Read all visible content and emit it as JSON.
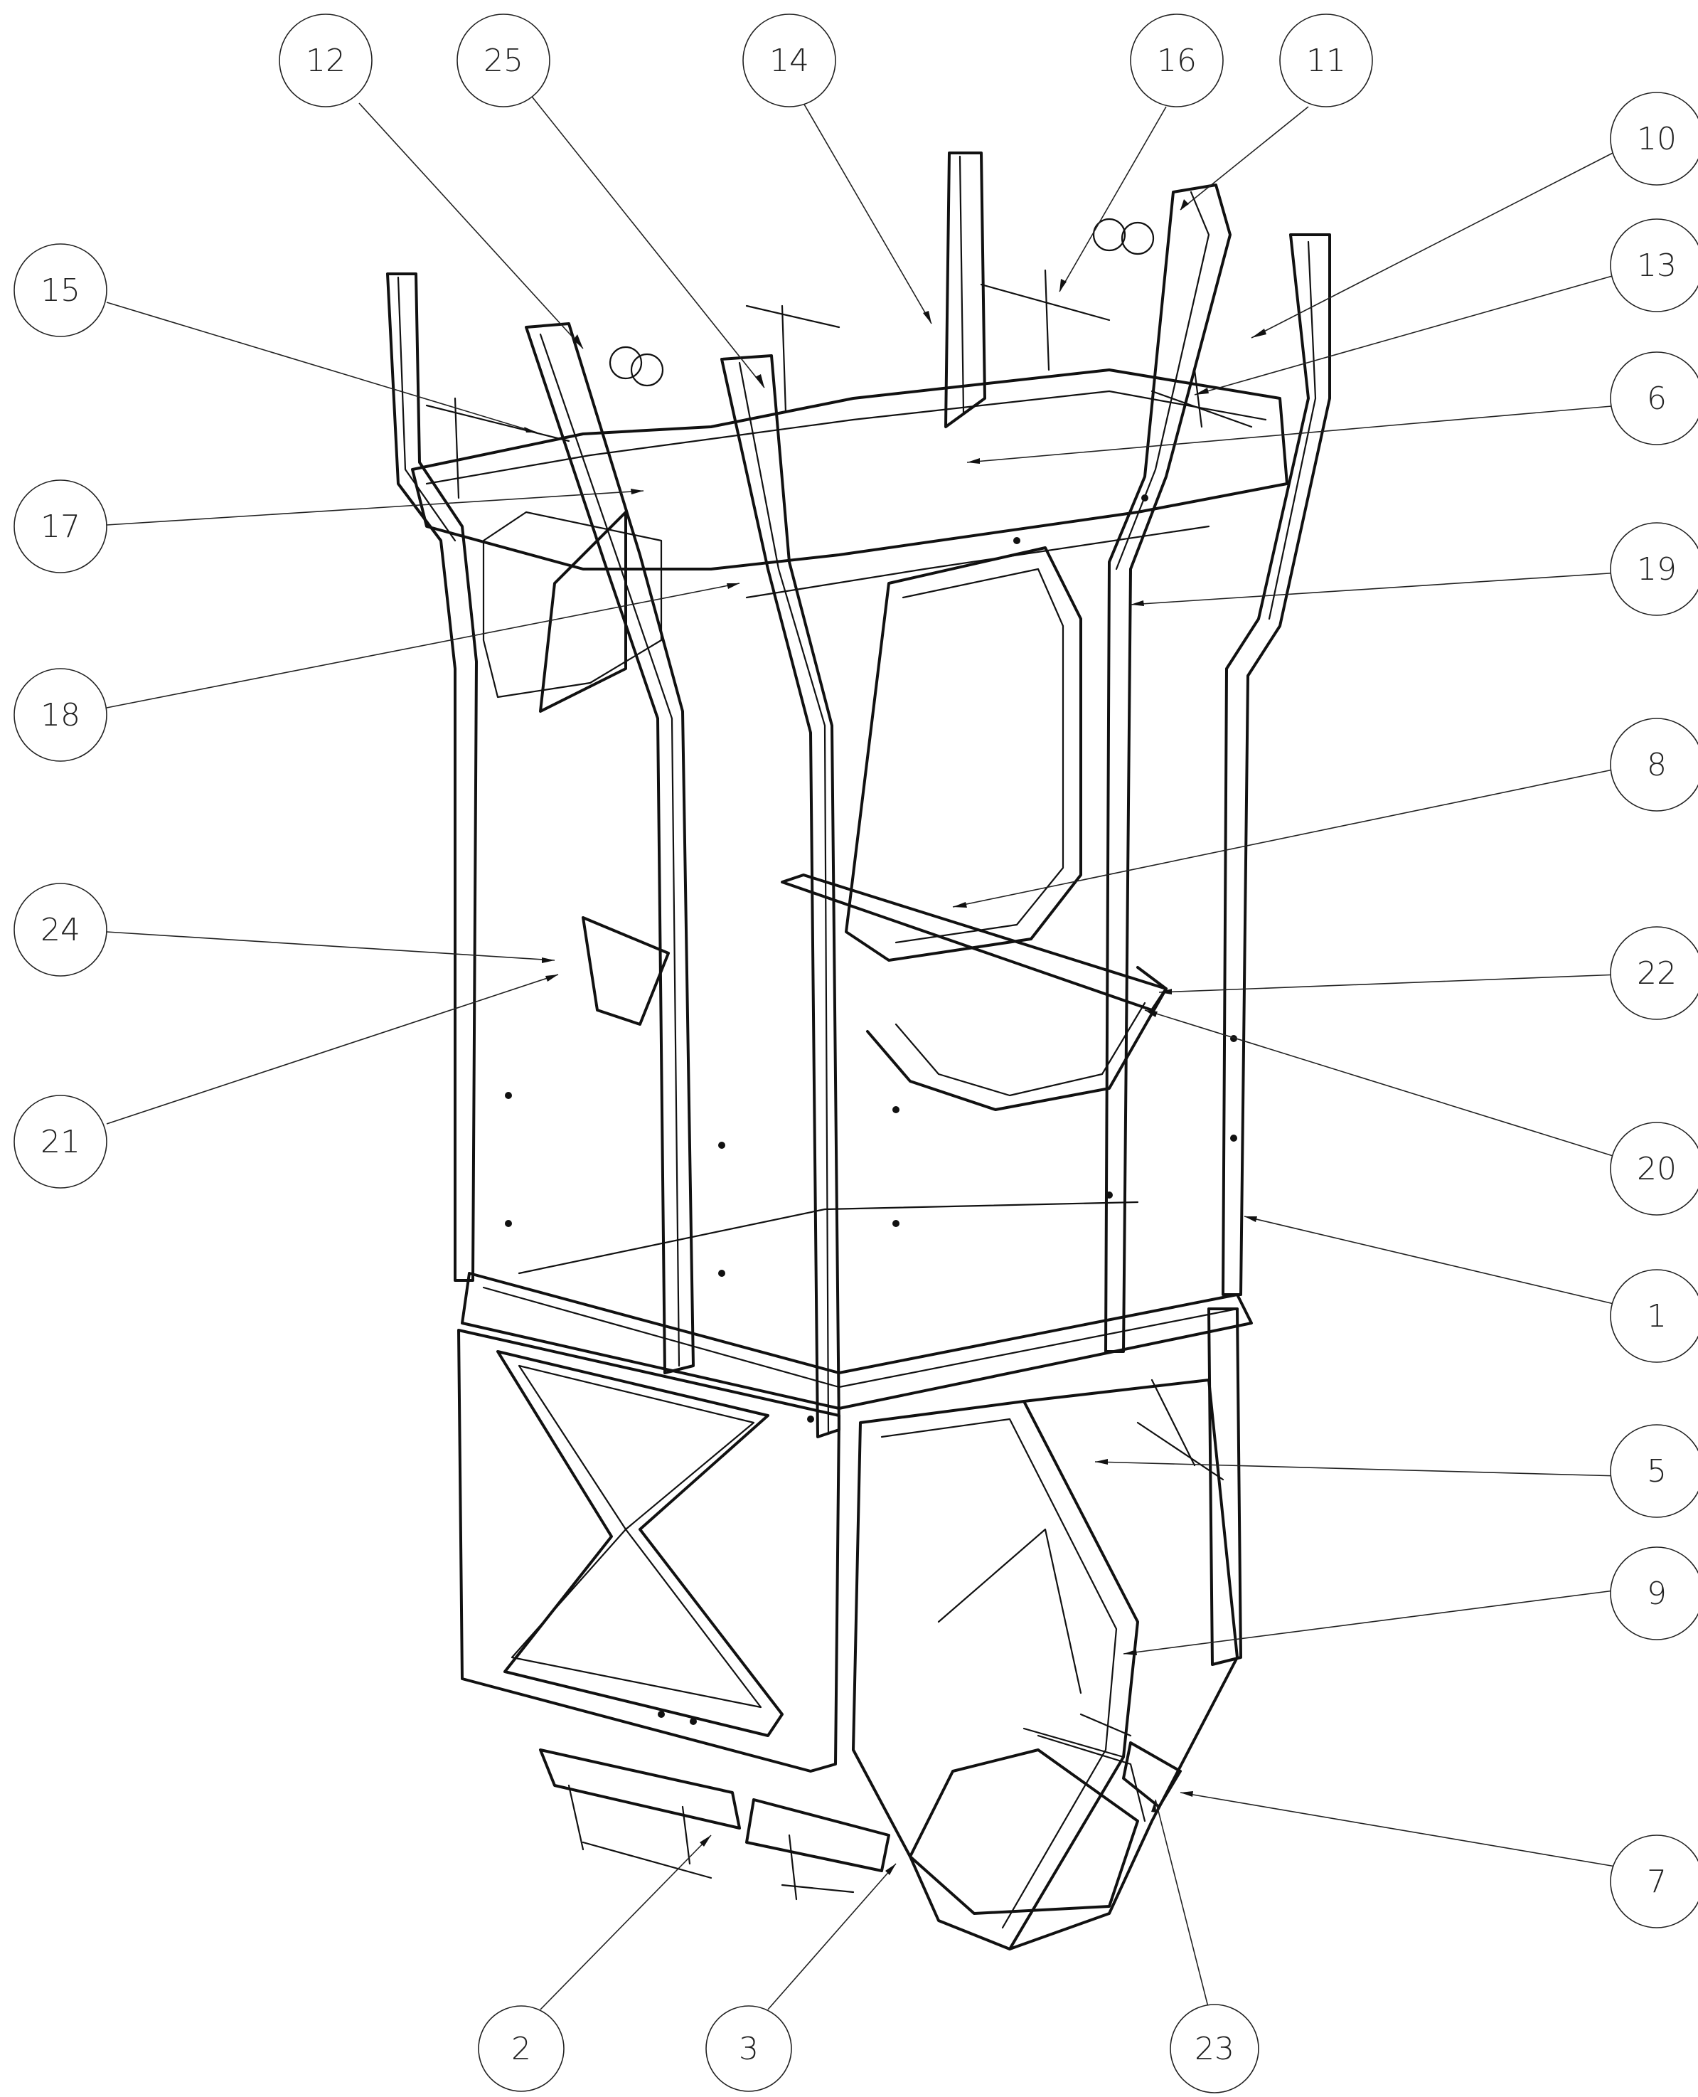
{
  "drawing": {
    "type": "exploded-assembly-diagram",
    "balloons": [
      {
        "id": "b12",
        "label": "12"
      },
      {
        "id": "b25",
        "label": "25"
      },
      {
        "id": "b14",
        "label": "14"
      },
      {
        "id": "b16",
        "label": "16"
      },
      {
        "id": "b11",
        "label": "11"
      },
      {
        "id": "b10",
        "label": "10"
      },
      {
        "id": "b13",
        "label": "13"
      },
      {
        "id": "b6",
        "label": "6"
      },
      {
        "id": "b15",
        "label": "15"
      },
      {
        "id": "b17",
        "label": "17"
      },
      {
        "id": "b19",
        "label": "19"
      },
      {
        "id": "b18",
        "label": "18"
      },
      {
        "id": "b8",
        "label": "8"
      },
      {
        "id": "b24",
        "label": "24"
      },
      {
        "id": "b22",
        "label": "22"
      },
      {
        "id": "b21",
        "label": "21"
      },
      {
        "id": "b20",
        "label": "20"
      },
      {
        "id": "b1",
        "label": "1"
      },
      {
        "id": "b5",
        "label": "5"
      },
      {
        "id": "b9",
        "label": "9"
      },
      {
        "id": "b7",
        "label": "7"
      },
      {
        "id": "b2",
        "label": "2"
      },
      {
        "id": "b3",
        "label": "3"
      },
      {
        "id": "b23",
        "label": "23"
      }
    ]
  }
}
